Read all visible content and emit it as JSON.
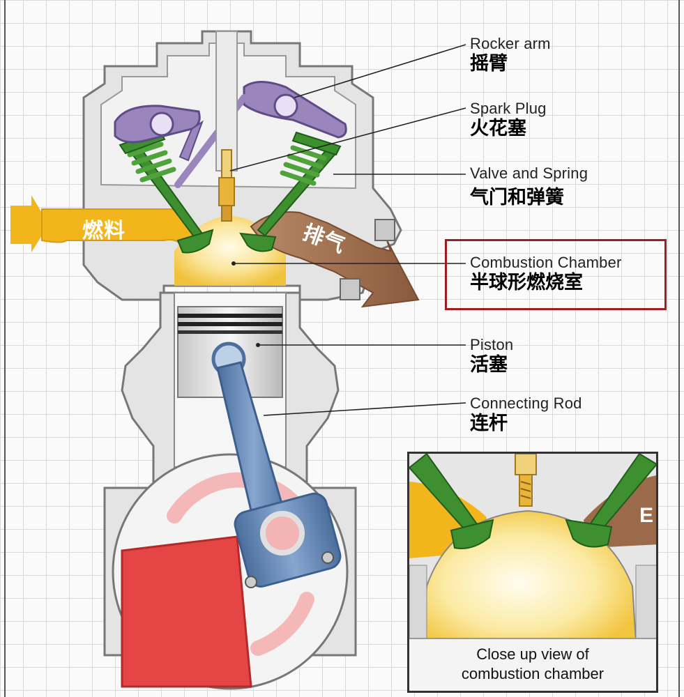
{
  "labels": {
    "rocker_arm": {
      "en": "Rocker arm",
      "zh": "摇臂"
    },
    "spark_plug": {
      "en": "Spark Plug",
      "zh": "火花塞"
    },
    "valve_spring": {
      "en": "Valve and Spring",
      "zh": "气门和弹簧"
    },
    "combustion_chamber": {
      "en": "Combustion Chamber",
      "zh": "半球形燃烧室"
    },
    "piston": {
      "en": "Piston",
      "zh": "活塞"
    },
    "connecting_rod": {
      "en": "Connecting Rod",
      "zh": "连杆"
    }
  },
  "flows": {
    "fuel": "燃料",
    "exhaust": "排气"
  },
  "inset": {
    "caption_line1": "Close up view of",
    "caption_line2": "combustion chamber",
    "edge_letter": "E"
  },
  "colors": {
    "highlight_border": "#a01e22",
    "fuel": "#f2b51c",
    "exhaust": "#9a6a4a",
    "valve_green": "#3d8f2f",
    "rocker_purple": "#9a86bd",
    "crank_red": "#e64545",
    "rod_blue": "#5f84b4"
  }
}
